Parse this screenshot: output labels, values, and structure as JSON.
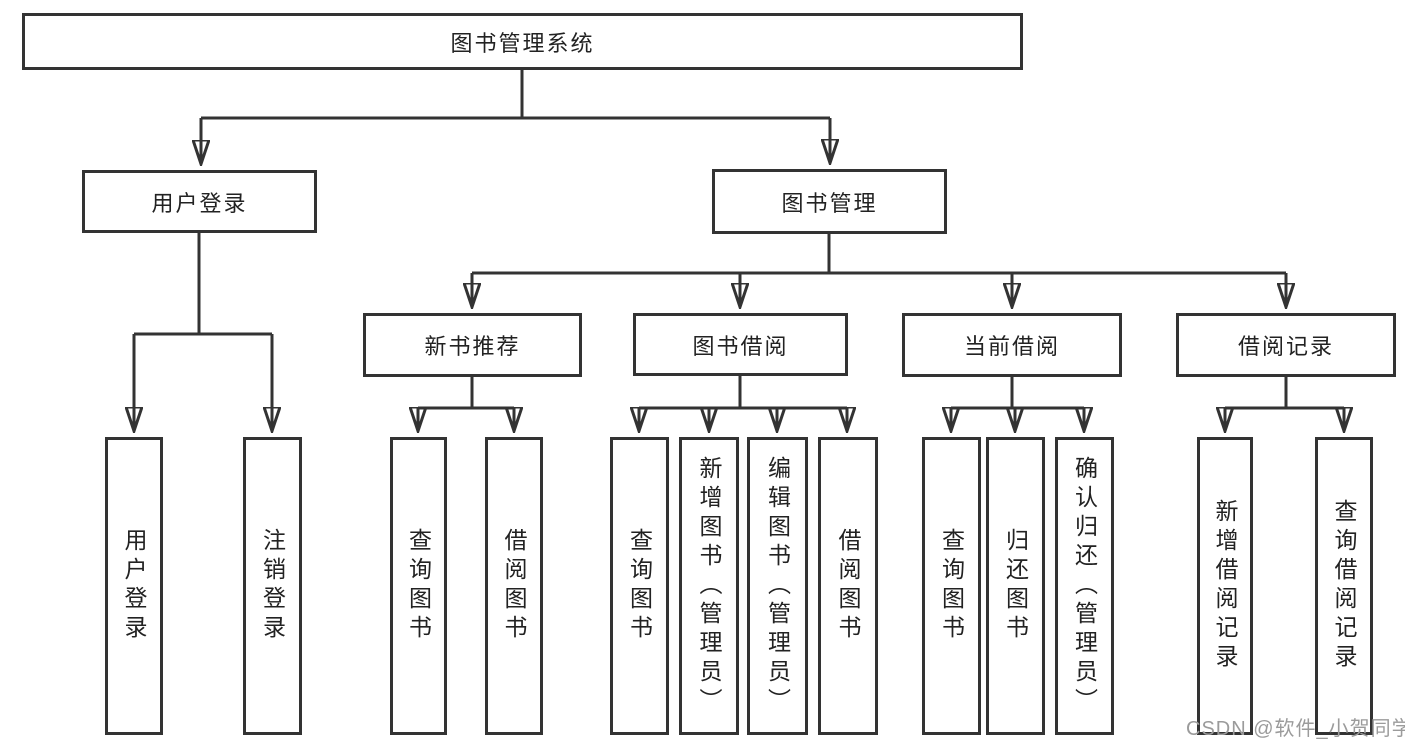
{
  "diagram": {
    "watermark": "CSDN @软件_小贺同学",
    "colors": {
      "line": "#333333",
      "box_border": "#333333",
      "text": "#222222",
      "watermark": "#9b9b9b",
      "background": "#ffffff"
    },
    "nodes": {
      "root": {
        "label": "图书管理系统"
      },
      "user_login": {
        "label": "用户登录"
      },
      "book_mgmt": {
        "label": "图书管理"
      },
      "new_book_rec": {
        "label": "新书推荐"
      },
      "book_borrow": {
        "label": "图书借阅"
      },
      "current_borrow": {
        "label": "当前借阅"
      },
      "borrow_record": {
        "label": "借阅记录"
      },
      "leaf_user_login": {
        "label": "用户登录"
      },
      "leaf_logout": {
        "label": "注销登录"
      },
      "leaf_query_book_rec": {
        "label": "查询图书"
      },
      "leaf_borrow_book_rec": {
        "label": "借阅图书"
      },
      "leaf_query_book_borrow": {
        "label": "查询图书"
      },
      "leaf_add_book": {
        "label": "新增图书（管理员）"
      },
      "leaf_edit_book": {
        "label": "编辑图书（管理员）"
      },
      "leaf_borrow_book_borrow": {
        "label": "借阅图书"
      },
      "leaf_query_book_current": {
        "label": "查询图书"
      },
      "leaf_return_book": {
        "label": "归还图书"
      },
      "leaf_confirm_return": {
        "label": "确认归还（管理员）"
      },
      "leaf_add_borrow_record": {
        "label": "新增借阅记录"
      },
      "leaf_query_borrow_record": {
        "label": "查询借阅记录"
      }
    }
  }
}
